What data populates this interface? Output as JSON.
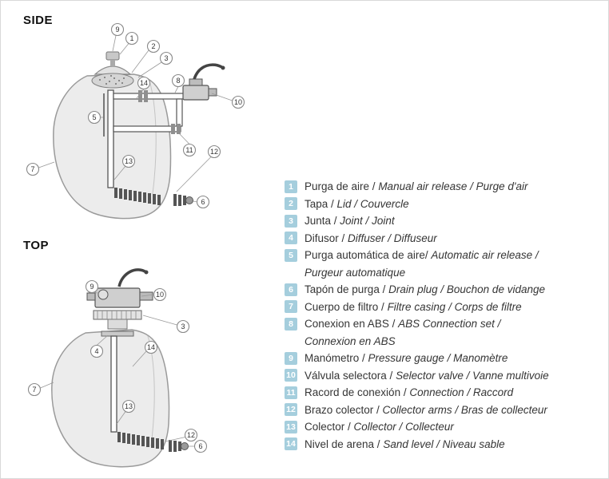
{
  "colors": {
    "badge_bg": "#a5cedd",
    "badge_text": "#ffffff",
    "legend_text": "#353535",
    "tank_outline": "#9a9a9a"
  },
  "side_view": {
    "label": "SIDE",
    "callouts": [
      "9",
      "1",
      "2",
      "3",
      "14",
      "8",
      "10",
      "5",
      "11",
      "12",
      "13",
      "6",
      "7"
    ]
  },
  "top_view": {
    "label": "TOP",
    "callouts": [
      "9",
      "10",
      "3",
      "14",
      "4",
      "7",
      "13",
      "12",
      "6"
    ]
  },
  "legend": {
    "items": [
      {
        "num": "1",
        "es": "Purga de aire / ",
        "en": "Manual air release / ",
        "fr": "Purge d'air"
      },
      {
        "num": "2",
        "es": "Tapa / ",
        "en": "Lid / ",
        "fr": "Couvercle"
      },
      {
        "num": "3",
        "es": "Junta / ",
        "en": "Joint / ",
        "fr": "Joint"
      },
      {
        "num": "4",
        "es": "Difusor / ",
        "en": "Diffuser / ",
        "fr": "Diffuseur"
      },
      {
        "num": "5",
        "es": "Purga automática de aire/ ",
        "en": "Automatic air release / ",
        "fr": "Purgeur automatique"
      },
      {
        "num": "6",
        "es": "Tapón de purga / ",
        "en": "Drain plug / ",
        "fr": "Bouchon de vidange"
      },
      {
        "num": "7",
        "es": "Cuerpo de filtro / ",
        "en": "Filtre casing / ",
        "fr": "Corps de filtre"
      },
      {
        "num": "8",
        "es": "Conexion en ABS / ",
        "en": "ABS Connection set / ",
        "fr": "Connexion en ABS"
      },
      {
        "num": "9",
        "es": "Manómetro / ",
        "en": "Pressure gauge / ",
        "fr": "Manomètre"
      },
      {
        "num": "10",
        "es": "Válvula selectora / ",
        "en": "Selector valve / ",
        "fr": "Vanne multivoie"
      },
      {
        "num": "11",
        "es": "Racord de conexión / ",
        "en": "Connection / ",
        "fr": "Raccord"
      },
      {
        "num": "12",
        "es": "Brazo colector / ",
        "en": "Collector arms / ",
        "fr": "Bras de collecteur"
      },
      {
        "num": "13",
        "es": "Colector / ",
        "en": "Collector / ",
        "fr": "Collecteur"
      },
      {
        "num": "14",
        "es": "Nivel de arena / ",
        "en": "Sand level / ",
        "fr": "Niveau sable"
      }
    ]
  }
}
